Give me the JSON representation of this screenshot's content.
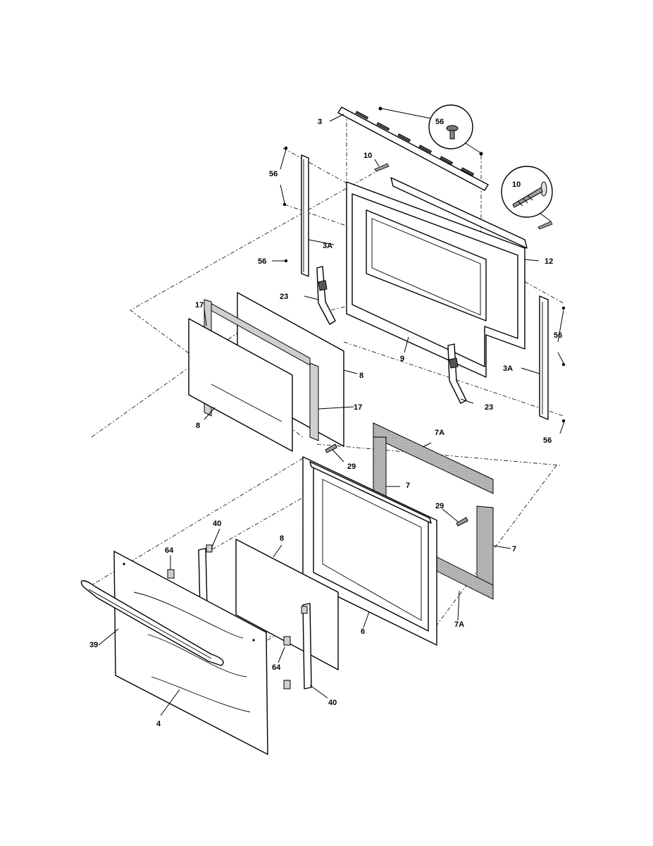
{
  "diagram": {
    "colors": {
      "line": "#000000",
      "background": "#ffffff",
      "shade": "#cfcfcf",
      "insulation": "#b5b5b5"
    },
    "callouts": [
      {
        "id": "c-3",
        "text": "3"
      },
      {
        "id": "c-56a",
        "text": "56"
      },
      {
        "id": "c-10a",
        "text": "10"
      },
      {
        "id": "c-56b",
        "text": "56"
      },
      {
        "id": "c-10b",
        "text": "10"
      },
      {
        "id": "c-3a-l",
        "text": "3A"
      },
      {
        "id": "c-12",
        "text": "12"
      },
      {
        "id": "c-56c",
        "text": "56"
      },
      {
        "id": "c-17a",
        "text": "17"
      },
      {
        "id": "c-23a",
        "text": "23"
      },
      {
        "id": "c-56d",
        "text": "56"
      },
      {
        "id": "c-9",
        "text": "9"
      },
      {
        "id": "c-3a-r",
        "text": "3A"
      },
      {
        "id": "c-8a",
        "text": "8"
      },
      {
        "id": "c-17b",
        "text": "17"
      },
      {
        "id": "c-23b",
        "text": "23"
      },
      {
        "id": "c-8b",
        "text": "8"
      },
      {
        "id": "c-56e",
        "text": "56"
      },
      {
        "id": "c-7a-t",
        "text": "7A"
      },
      {
        "id": "c-29a",
        "text": "29"
      },
      {
        "id": "c-7-t",
        "text": "7"
      },
      {
        "id": "c-29b",
        "text": "29"
      },
      {
        "id": "c-40a",
        "text": "40"
      },
      {
        "id": "c-8c",
        "text": "8"
      },
      {
        "id": "c-7-r",
        "text": "7"
      },
      {
        "id": "c-64a",
        "text": "64"
      },
      {
        "id": "c-7a-b",
        "text": "7A"
      },
      {
        "id": "c-6",
        "text": "6"
      },
      {
        "id": "c-39",
        "text": "39"
      },
      {
        "id": "c-64b",
        "text": "64"
      },
      {
        "id": "c-40b",
        "text": "40"
      },
      {
        "id": "c-4",
        "text": "4"
      }
    ]
  }
}
